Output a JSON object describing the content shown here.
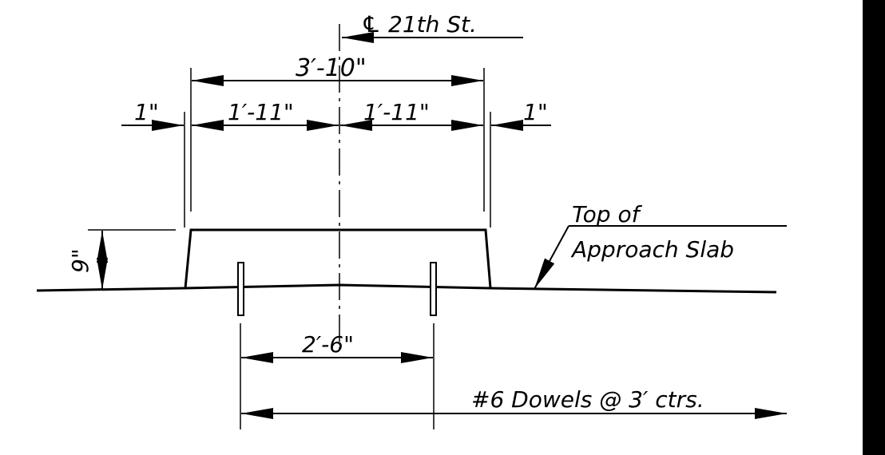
{
  "colors": {
    "ink": "#000000",
    "background": "#ffffff"
  },
  "labels": {
    "centerline": "℄ 21th St.",
    "overall_width": "3′-10\"",
    "left_offset": "1\"",
    "left_half": "1′-11\"",
    "right_half": "1′-11\"",
    "right_offset": "1\"",
    "height": "9\"",
    "slab_line1": "Top of",
    "slab_line2": "Approach Slab",
    "dowel_spacing": "2′-6\"",
    "dowels_note": "#6 Dowels @ 3′ ctrs."
  }
}
